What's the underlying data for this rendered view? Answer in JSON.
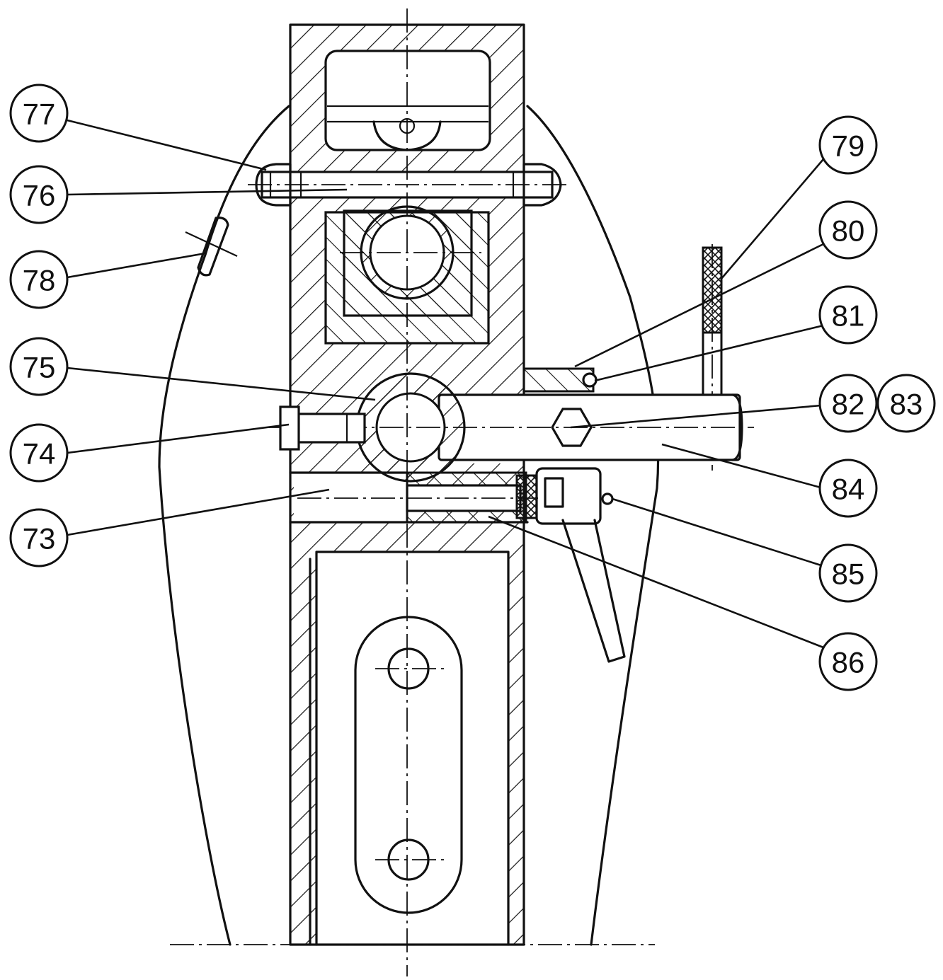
{
  "callouts": [
    {
      "id": "c77",
      "text": "77"
    },
    {
      "id": "c76",
      "text": "76"
    },
    {
      "id": "c78",
      "text": "78"
    },
    {
      "id": "c75",
      "text": "75"
    },
    {
      "id": "c74",
      "text": "74"
    },
    {
      "id": "c73",
      "text": "73"
    },
    {
      "id": "c79",
      "text": "79"
    },
    {
      "id": "c80",
      "text": "80"
    },
    {
      "id": "c81",
      "text": "81"
    },
    {
      "id": "c82",
      "text": "82"
    },
    {
      "id": "c83",
      "text": "83"
    },
    {
      "id": "c84",
      "text": "84"
    },
    {
      "id": "c85",
      "text": "85"
    },
    {
      "id": "c86",
      "text": "86"
    }
  ]
}
